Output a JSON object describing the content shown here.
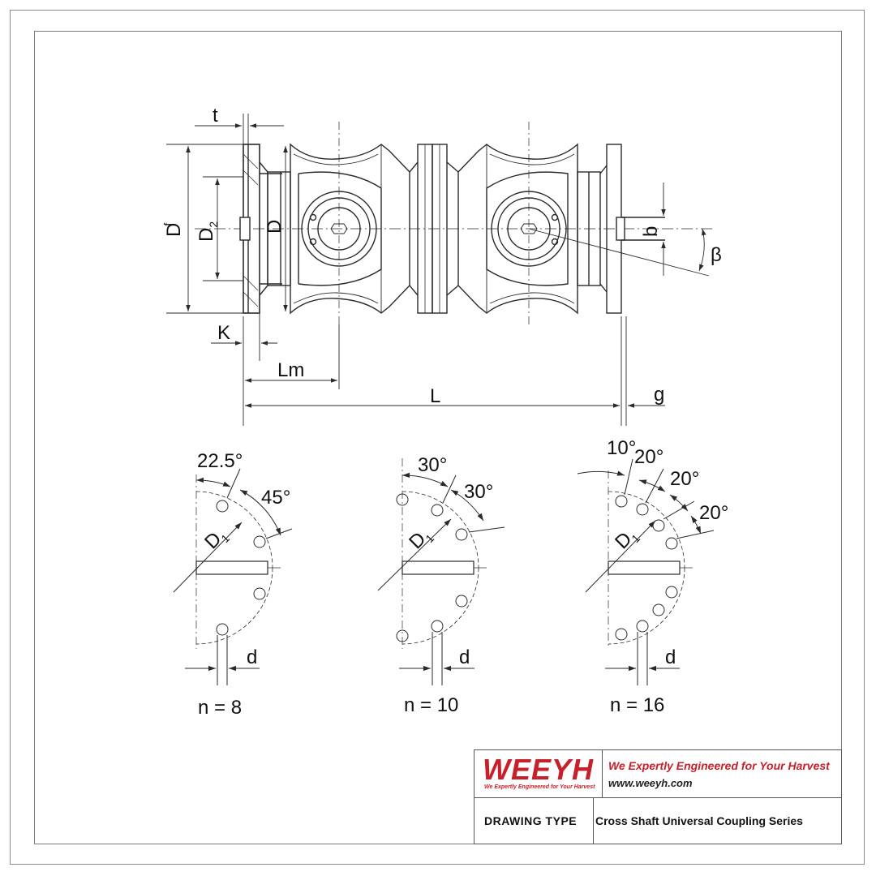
{
  "drawing": {
    "main_view_labels": {
      "t": "t",
      "df": "D",
      "df_sub": "f",
      "d2": "D",
      "d2_sub": "2",
      "d": "D",
      "k": "K",
      "lm": "Lm",
      "l": "L",
      "g": "g",
      "b": "b",
      "beta": "β"
    },
    "hole_patterns": [
      {
        "n_label": "n = 8",
        "angles": [
          "22.5°",
          "45°"
        ],
        "d1": "D",
        "d1_sub": "1",
        "d": "d"
      },
      {
        "n_label": "n = 10",
        "angles": [
          "30°",
          "30°"
        ],
        "d1": "D",
        "d1_sub": "1",
        "d": "d"
      },
      {
        "n_label": "n = 16",
        "angles": [
          "10°",
          "20°",
          "20°",
          "20°"
        ],
        "d1": "D",
        "d1_sub": "1",
        "d": "d"
      }
    ]
  },
  "title_block": {
    "logo": "WEEYH",
    "logo_tagline": "We Expertly Engineered for Your Harvest",
    "slogan": "We Expertly Engineered for Your Harvest",
    "url": "www.weeyh.com",
    "drawing_type_label": "DRAWING TYPE",
    "drawing_type_value": "Cross Shaft Universal Coupling Series"
  },
  "colors": {
    "brand_red": "#c8202b",
    "line": "#2a2a2a"
  }
}
